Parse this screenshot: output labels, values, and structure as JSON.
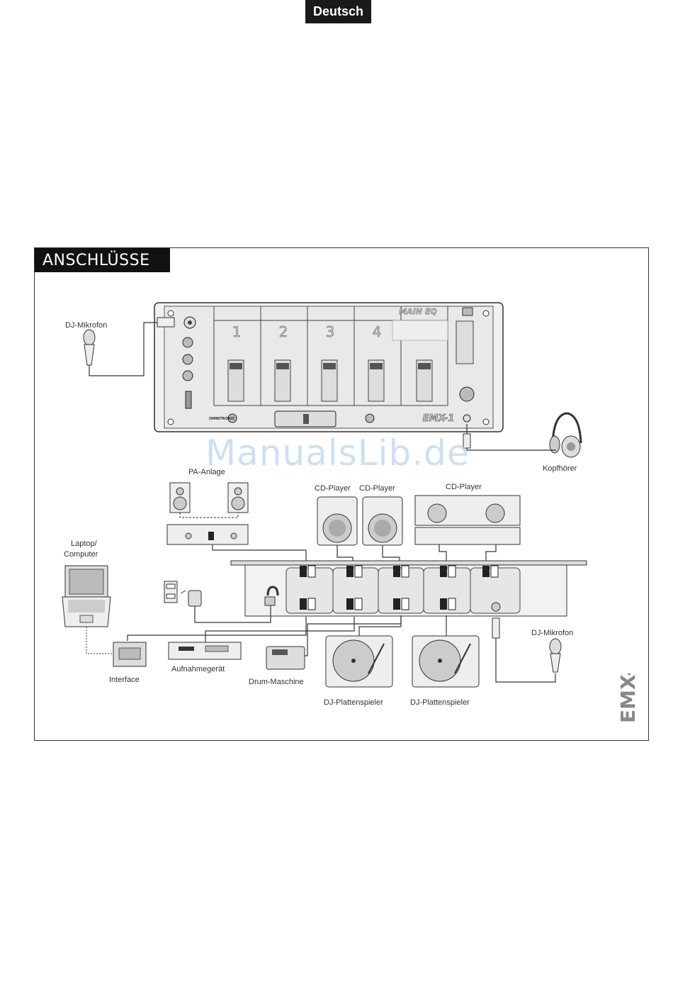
{
  "header": {
    "language_tab": "Deutsch"
  },
  "section": {
    "title": "ANSCHLÜSSE"
  },
  "watermark": "ManualsLib.de",
  "labels": {
    "dj_mic_top": "DJ-Mikrofon",
    "headphones": "Kopfhörer",
    "pa_system": "PA-Anlage",
    "cd_player_1": "CD-Player",
    "cd_player_2": "CD-Player",
    "cd_player_3": "CD-Player",
    "laptop_line1": "Laptop/",
    "laptop_line2": "Computer",
    "interface": "Interface",
    "recorder": "Aufnahmegerät",
    "drum_machine": "Drum-Maschine",
    "turntable_1": "DJ-Plattenspieler",
    "turntable_2": "DJ-Plattenspieler",
    "dj_mic_bottom": "DJ-Mikrofon"
  },
  "mixer": {
    "eq_label": "MAIN EQ",
    "channel_numbers": [
      "1",
      "2",
      "3",
      "4"
    ],
    "brand": "OMNITRONIC",
    "model": "EMX-1"
  },
  "side_brand": "EMX-I"
}
